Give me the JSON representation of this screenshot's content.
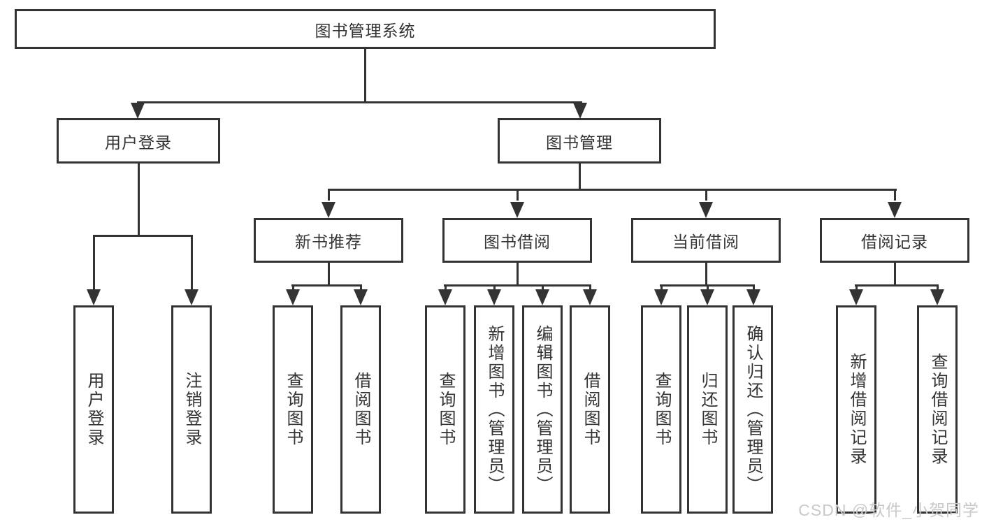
{
  "root": {
    "label": "图书管理系统"
  },
  "level2": {
    "user_login": "用户登录",
    "book_management": "图书管理"
  },
  "level3": {
    "new_book_recommend": "新书推荐",
    "book_borrow": "图书借阅",
    "current_borrow": "当前借阅",
    "borrow_records": "借阅记录"
  },
  "leaves": {
    "user": [
      "用户登录",
      "注销登录"
    ],
    "recommend": [
      "查询图书",
      "借阅图书"
    ],
    "borrow": [
      "查询图书",
      "新增图书（管理员）",
      "编辑图书（管理员）",
      "借阅图书"
    ],
    "current": [
      "查询图书",
      "归还图书",
      "确认归还（管理员）"
    ],
    "records": [
      "新增借阅记录",
      "查询借阅记录"
    ]
  },
  "watermark": "CSDN @软件_小贺同学",
  "colors": {
    "line": "#333333",
    "text": "#333333",
    "watermark": "#c9c9c9"
  }
}
